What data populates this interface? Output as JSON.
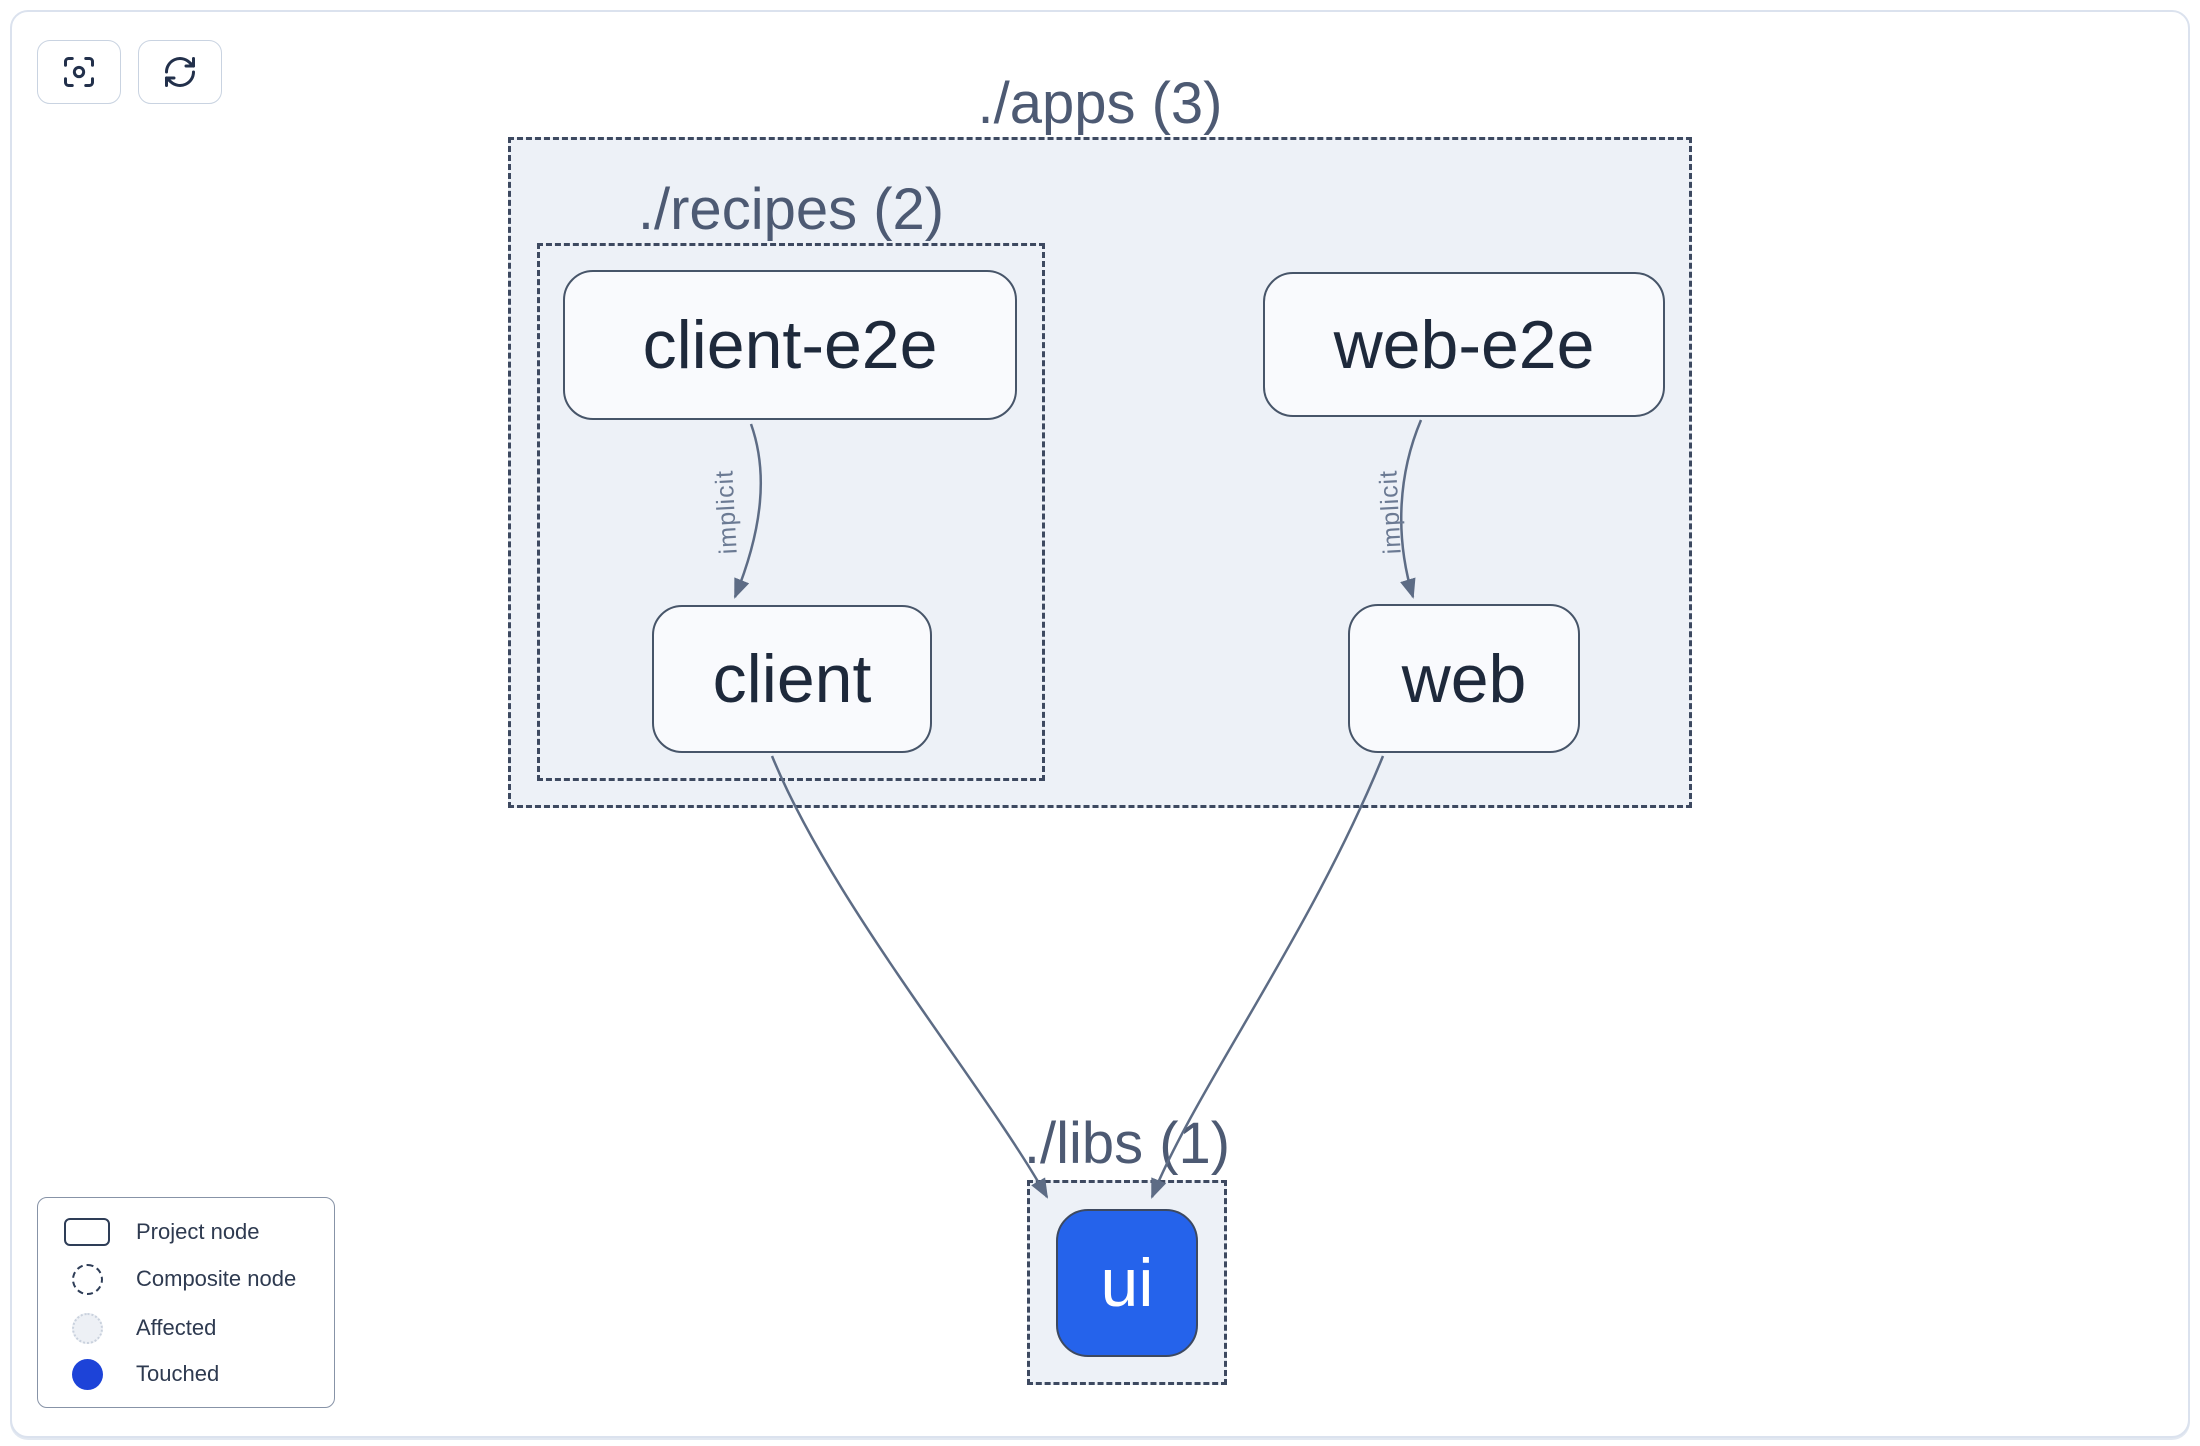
{
  "toolbar": {
    "buttons": [
      {
        "id": "focus",
        "icon": "focus-icon"
      },
      {
        "id": "refresh",
        "icon": "refresh-icon"
      }
    ]
  },
  "graph": {
    "containers": [
      {
        "id": "apps",
        "title": "./apps (3)"
      },
      {
        "id": "recipes",
        "title": "./recipes (2)"
      },
      {
        "id": "libs",
        "title": "./libs (1)"
      }
    ],
    "nodes": [
      {
        "id": "client-e2e",
        "label": "client-e2e",
        "state": "normal"
      },
      {
        "id": "web-e2e",
        "label": "web-e2e",
        "state": "normal"
      },
      {
        "id": "client",
        "label": "client",
        "state": "normal"
      },
      {
        "id": "web",
        "label": "web",
        "state": "normal"
      },
      {
        "id": "ui",
        "label": "ui",
        "state": "touched"
      }
    ],
    "edges": [
      {
        "source": "client-e2e",
        "target": "client",
        "label": "implicit"
      },
      {
        "source": "web-e2e",
        "target": "web",
        "label": "implicit"
      },
      {
        "source": "client",
        "target": "ui",
        "label": ""
      },
      {
        "source": "web",
        "target": "ui",
        "label": ""
      }
    ]
  },
  "legend": {
    "items": [
      {
        "label": "Project node",
        "swatch": "project-node"
      },
      {
        "label": "Composite node",
        "swatch": "composite-node"
      },
      {
        "label": "Affected",
        "swatch": "affected"
      },
      {
        "label": "Touched",
        "swatch": "touched"
      }
    ]
  },
  "colors": {
    "touched_node_fill": "#2563eb",
    "touched_legend_dot": "#1d43d8",
    "container_fill": "#edf1f7",
    "dashed_border": "#3d4960",
    "node_border": "#475569",
    "node_text": "#1e293b",
    "edge": "#5d6c85",
    "container_title": "#4d5a73"
  }
}
